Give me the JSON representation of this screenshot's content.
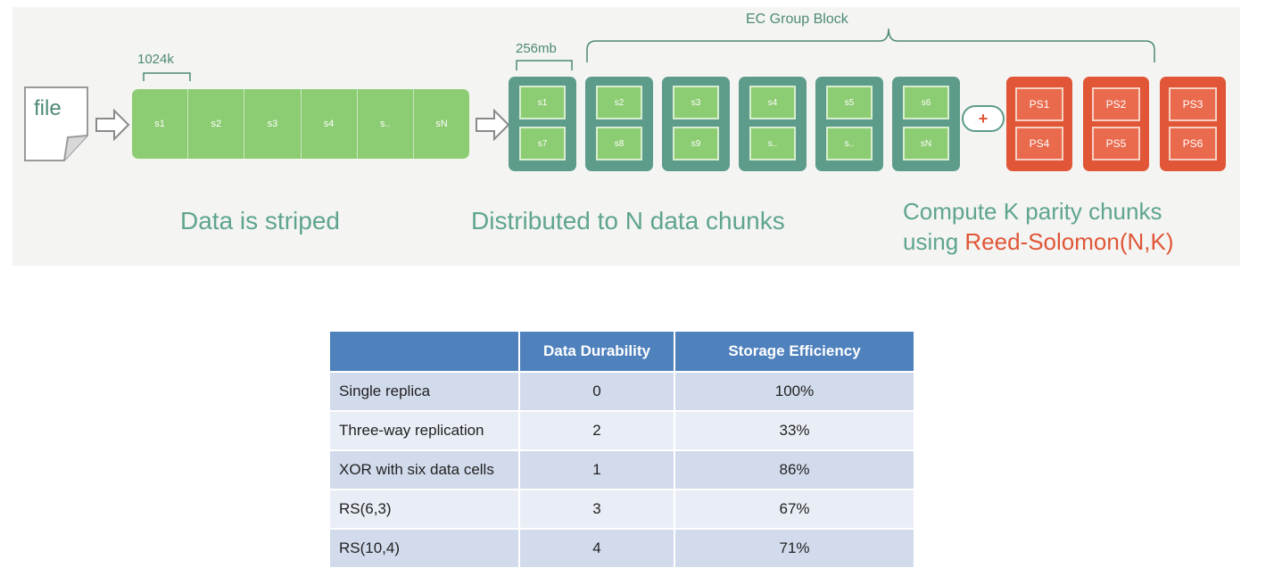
{
  "diagram": {
    "file_label": "file",
    "stripe_size_label": "1024k",
    "stripes": [
      "s1",
      "s2",
      "s3",
      "s4",
      "s..",
      "sN"
    ],
    "chunk_size_label": "256mb",
    "ec_group_label": "EC Group Block",
    "data_chunks": [
      {
        "top": "s1",
        "bottom": "s7"
      },
      {
        "top": "s2",
        "bottom": "s8"
      },
      {
        "top": "s3",
        "bottom": "s9"
      },
      {
        "top": "s4",
        "bottom": "s.."
      },
      {
        "top": "s5",
        "bottom": "s.."
      },
      {
        "top": "s6",
        "bottom": "sN"
      }
    ],
    "plus_symbol": "+",
    "parity_chunks": [
      {
        "top": "PS1",
        "bottom": "PS4"
      },
      {
        "top": "PS2",
        "bottom": "PS5"
      },
      {
        "top": "PS3",
        "bottom": "PS6"
      }
    ],
    "caption_striped": "Data is striped",
    "caption_distributed": "Distributed to N data chunks",
    "caption_parity_line1": "Compute K parity chunks",
    "caption_parity_line2_prefix": "using",
    "caption_parity_line2_highlight": "Reed-Solomon(N,K)",
    "colors": {
      "data_green": "#8ccc72",
      "chunk_teal": "#5d9b8a",
      "parity_red": "#e05637",
      "caption_green": "#5fa58d",
      "table_header": "#4f81bd"
    }
  },
  "table": {
    "headers": [
      "",
      "Data Durability",
      "Storage Efficiency"
    ],
    "rows": [
      [
        "Single replica",
        "0",
        "100%"
      ],
      [
        "Three-way replication",
        "2",
        "33%"
      ],
      [
        "XOR with six data cells",
        "1",
        "86%"
      ],
      [
        "RS(6,3)",
        "3",
        "67%"
      ],
      [
        "RS(10,4)",
        "4",
        "71%"
      ]
    ]
  }
}
